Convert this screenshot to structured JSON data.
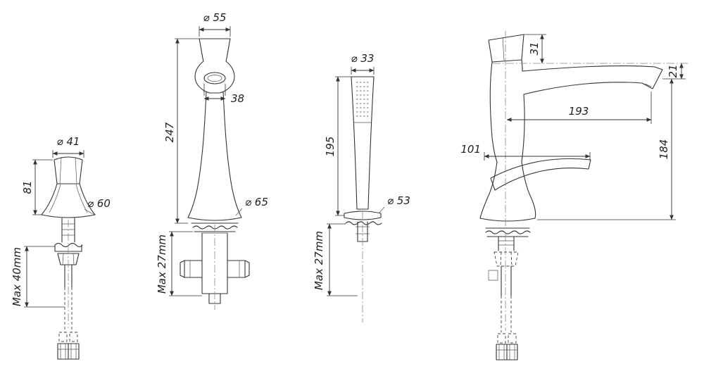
{
  "colors": {
    "background": "#ffffff",
    "line": "#333333"
  },
  "drawing": {
    "views": [
      {
        "labels": {
          "top_dia": "⌀ 41",
          "height": "81",
          "base_dia": "⌀ 60",
          "max_thickness": "Max 40mm"
        }
      },
      {
        "labels": {
          "top_dia": "⌀ 55",
          "spout_width": "38",
          "height": "247",
          "base_dia": "⌀ 65",
          "max_thickness": "Max 27mm"
        }
      },
      {
        "labels": {
          "top_dia": "⌀ 33",
          "height": "195",
          "base_dia": "⌀ 53",
          "max_thickness": "Max 27mm"
        }
      },
      {
        "labels": {
          "handle_height": "31",
          "spout_drop": "21",
          "spout_reach": "193",
          "lever_length": "101",
          "overall_height": "184"
        }
      }
    ]
  }
}
